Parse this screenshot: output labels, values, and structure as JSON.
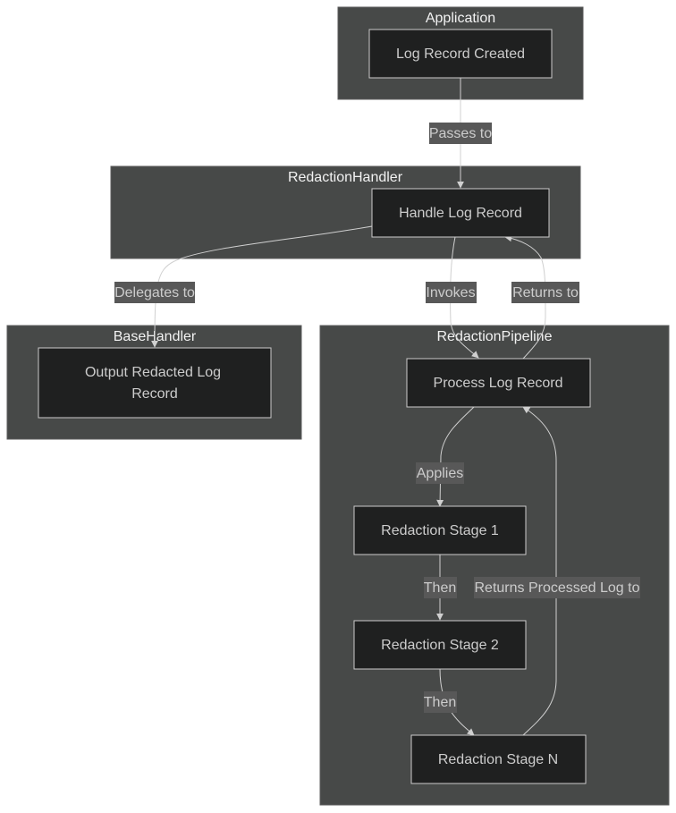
{
  "clusters": {
    "application": "Application",
    "redaction_handler": "RedactionHandler",
    "base_handler": "BaseHandler",
    "redaction_pipeline": "RedactionPipeline"
  },
  "nodes": {
    "log_record_created": "Log Record Created",
    "handle_log_record": "Handle Log Record",
    "output_redacted_line1": "Output Redacted Log",
    "output_redacted_line2": "Record",
    "process_log_record": "Process Log Record",
    "stage_1": "Redaction Stage 1",
    "stage_2": "Redaction Stage 2",
    "stage_n": "Redaction Stage N"
  },
  "edges": {
    "passes_to": "Passes to",
    "delegates_to": "Delegates to",
    "invokes": "Invokes",
    "returns_to": "Returns to",
    "applies": "Applies",
    "then_1": "Then",
    "then_2": "Then",
    "returns_processed": "Returns Processed Log to"
  }
}
